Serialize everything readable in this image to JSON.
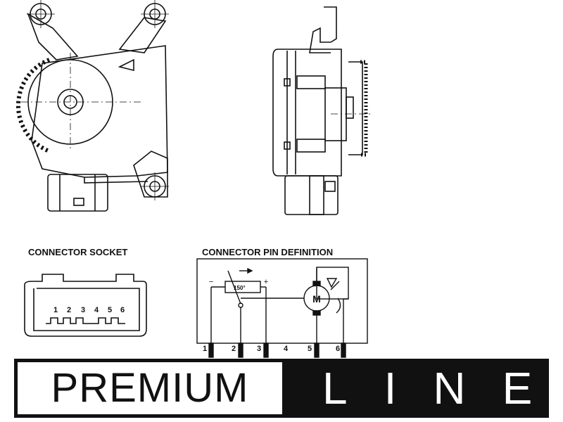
{
  "labels": {
    "connector_socket": "CONNECTOR SOCKET",
    "connector_pin_definition": "CONNECTOR PIN DEFINITION"
  },
  "socket_pins": [
    "1",
    "2",
    "3",
    "4",
    "5",
    "6"
  ],
  "pin_definition": {
    "pins": [
      "1",
      "2",
      "3",
      "4",
      "5",
      "6"
    ],
    "potentiometer_label": "150°",
    "minus_label": "−",
    "plus_label": "+",
    "motor_label": "M"
  },
  "brand": {
    "premium": "PREMIUM",
    "line": "LINE"
  }
}
